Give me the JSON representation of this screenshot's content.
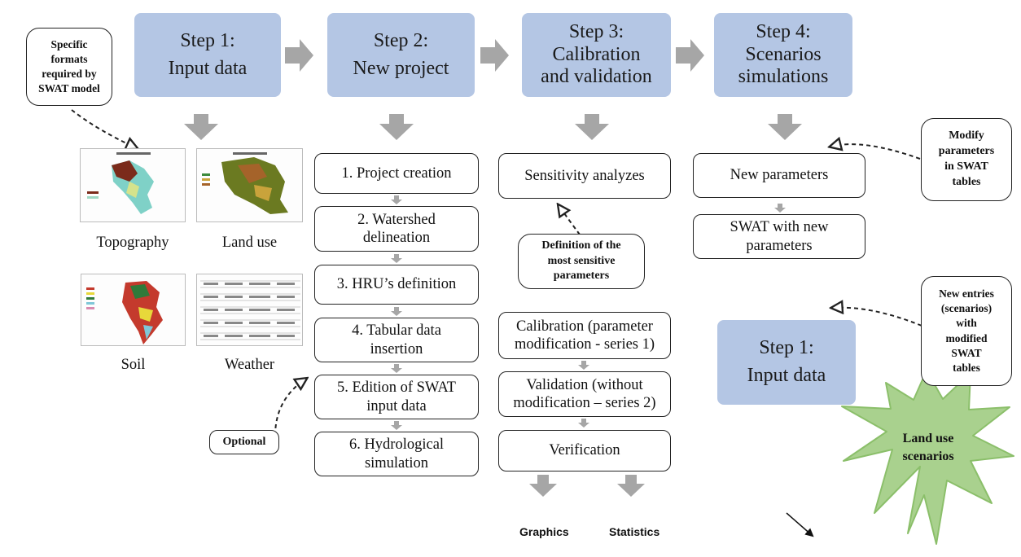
{
  "steps": {
    "step1": {
      "title": "Step 1:",
      "subtitle": "Input data"
    },
    "step2": {
      "title": "Step 2:",
      "subtitle": "New project"
    },
    "step3": {
      "title": "Step 3:",
      "line2": "Calibration",
      "line3": "and validation"
    },
    "step4": {
      "title": "Step 4:",
      "line2": "Scenarios",
      "line3": "simulations"
    },
    "step1_repeat": {
      "title": "Step 1:",
      "subtitle": "Input data"
    }
  },
  "callouts": {
    "formats": {
      "l1": "Specific",
      "l2": "formats",
      "l3": "required by",
      "l4": "SWAT model"
    },
    "modify": {
      "l1": "Modify",
      "l2": "parameters",
      "l3": "in SWAT",
      "l4": "tables"
    },
    "definition": {
      "l1": "Definition of the",
      "l2": "most sensitive",
      "l3": "parameters"
    },
    "new_entries": {
      "l1": "New entries",
      "l2": "(scenarios)",
      "l3": "with",
      "l4": "modified",
      "l5": "SWAT",
      "l6": "tables"
    },
    "optional": "Optional"
  },
  "maps": {
    "topography": "Topography",
    "land_use": "Land use",
    "soil": "Soil",
    "weather": "Weather"
  },
  "project_steps": {
    "s1": "1. Project creation",
    "s2a": "2. Watershed",
    "s2b": "delineation",
    "s3": "3. HRU’s definition",
    "s4a": "4. Tabular data",
    "s4b": "insertion",
    "s5a": "5. Edition of SWAT",
    "s5b": "input data",
    "s6a": "6. Hydrological",
    "s6b": "simulation"
  },
  "calibration_steps": {
    "sensitivity": "Sensitivity analyzes",
    "cal_a": "Calibration (parameter",
    "cal_b": "modification - series 1)",
    "val_a": "Validation (without",
    "val_b": "modification – series 2)",
    "verification": "Verification"
  },
  "outputs": {
    "graphics": "Graphics",
    "statistics": "Statistics"
  },
  "scenario_steps": {
    "new_params": "New parameters",
    "swat_a": "SWAT with new",
    "swat_b": "parameters"
  },
  "star": {
    "l1": "Land use",
    "l2": "scenarios"
  },
  "colors": {
    "step_fill": "#b4c6e4",
    "arrow_gray": "#a6a6a6",
    "star_fill": "#a9d18e",
    "star_stroke": "#8bbf6a"
  }
}
